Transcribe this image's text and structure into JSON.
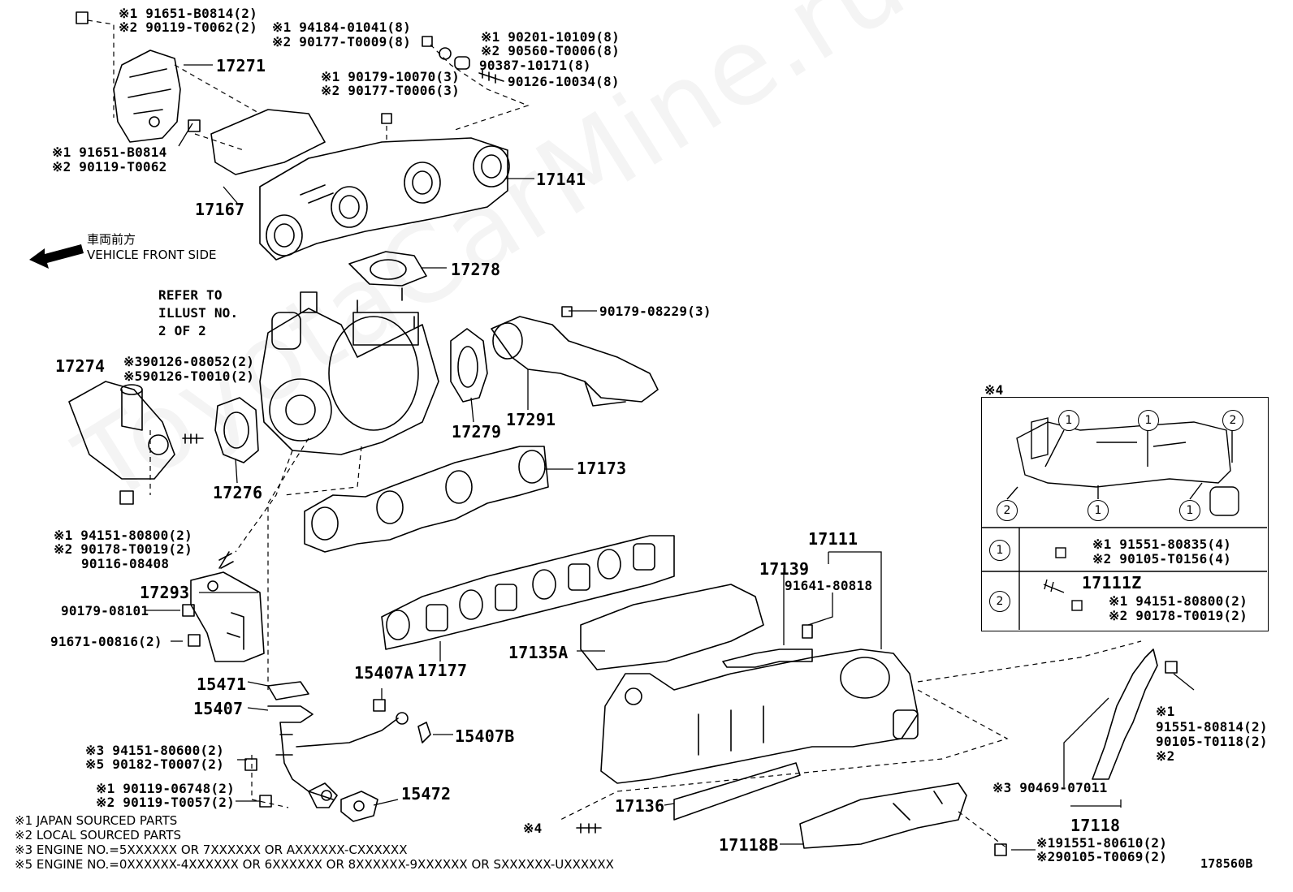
{
  "watermark": "ToyotaCarMine.ru",
  "figure_id": "178560B",
  "direction": {
    "jp": "車両前方",
    "en": "VEHICLE FRONT SIDE"
  },
  "refer": [
    "REFER TO",
    "ILLUST NO.",
    "2 OF 2"
  ],
  "parts": {
    "p17271": "17271",
    "p17141": "17141",
    "p17167": "17167",
    "p17278": "17278",
    "p17274": "17274",
    "p17279": "17279",
    "p17291": "17291",
    "p17276": "17276",
    "p17173": "17173",
    "p17293": "17293",
    "p17111": "17111",
    "p17139": "17139",
    "p17135A": "17135A",
    "p17177": "17177",
    "p15471": "15471",
    "p15407": "15407",
    "p15407A": "15407A",
    "p15407B": "15407B",
    "p15472": "15472",
    "p17136": "17136",
    "p17118B": "17118B",
    "p17118": "17118",
    "p17111Z": "17111Z"
  },
  "callouts": {
    "c1a": "※1 91651-B0814(2)",
    "c1b": "※2 90119-T0062(2)",
    "c2a": "※1 94184-01041(8)",
    "c2b": "※2 90177-T0009(8)",
    "c3a": "※1 90201-10109(8)",
    "c3b": "※2 90560-T0006(8)",
    "c3c": "90387-10171(8)",
    "c3d": "90126-10034(8)",
    "c4a": "※1 90179-10070(3)",
    "c4b": "※2 90177-T0006(3)",
    "c5a": "※1 91651-B0814",
    "c5b": "※2 90119-T0062",
    "c6": "90179-08229(3)",
    "c7a": "※390126-08052(2)",
    "c7b": "※590126-T0010(2)",
    "c8a": "※1 94151-80800(2)",
    "c8b": "※2 90178-T0019(2)",
    "c8c": "90116-08408",
    "c9": "90179-08101",
    "c10": "91671-00816(2)",
    "c11": "91641-80818",
    "c12a": "※3 94151-80600(2)",
    "c12b": "※5 90182-T0007(2)",
    "c13a": "※1 90119-06748(2)",
    "c13b": "※2 90119-T0057(2)",
    "c14": "※4",
    "c15a": "※1",
    "c15b": "91551-80814(2)",
    "c15c": "90105-T0118(2)",
    "c15d": "※2",
    "c16": "※3 90469-07011",
    "c17a": "※191551-80610(2)",
    "c17b": "※290105-T0069(2)"
  },
  "inset": {
    "mark": "※4",
    "circle1": "1",
    "circle2": "2",
    "row1a": "※1 91551-80835(4)",
    "row1b": "※2 90105-T0156(4)",
    "row2a": "※1 94151-80800(2)",
    "row2b": "※2 90178-T0019(2)"
  },
  "notes": [
    "※1 JAPAN SOURCED PARTS",
    "※2 LOCAL SOURCED PARTS",
    "※3 ENGINE NO.=5XXXXXX OR 7XXXXXX OR AXXXXXX-CXXXXXX",
    "※5 ENGINE NO.=0XXXXXX-4XXXXXX OR 6XXXXXX OR 8XXXXXX-9XXXXXX OR SXXXXXX-UXXXXXX"
  ]
}
